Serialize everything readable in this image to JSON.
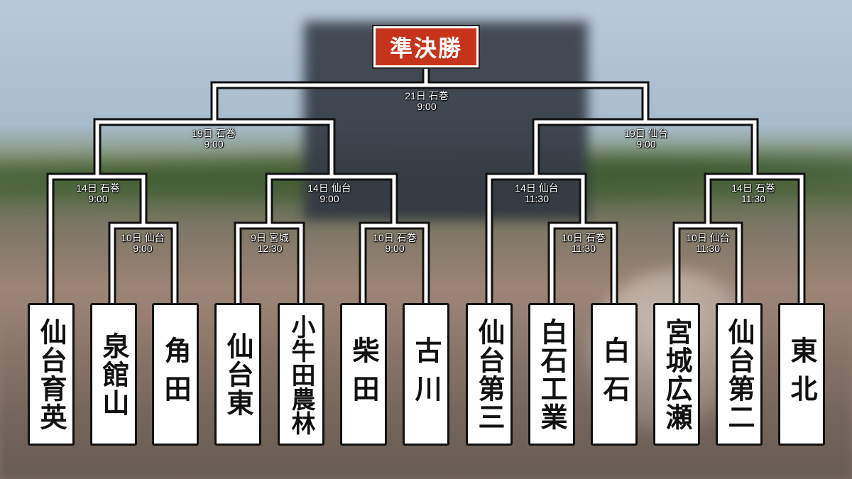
{
  "title": "準決勝",
  "colors": {
    "title_bg": "#c5331a",
    "line": "#ffffff",
    "line_edge": "#111111",
    "card_bg": "#ffffff"
  },
  "teams": [
    "仙台育英",
    "泉館山",
    "角田",
    "仙台東",
    "小牛田農林",
    "柴田",
    "古川",
    "仙台第三",
    "白石工業",
    "白石",
    "宮城広瀬",
    "仙台第二",
    "東北"
  ],
  "matches": {
    "r1_a": {
      "date": "10日 仙台",
      "time": "9:00"
    },
    "r1_b": {
      "date": "9日 宮城",
      "time": "12:30"
    },
    "r1_c": {
      "date": "10日 石巻",
      "time": "9:00"
    },
    "r1_d": {
      "date": "10日 石巻",
      "time": "11:30"
    },
    "r1_e": {
      "date": "10日 仙台",
      "time": "11:30"
    },
    "r2_a": {
      "date": "14日 石巻",
      "time": "9:00"
    },
    "r2_b": {
      "date": "14日 仙台",
      "time": "9:00"
    },
    "r2_c": {
      "date": "14日 仙台",
      "time": "11:30"
    },
    "r2_d": {
      "date": "14日 石巻",
      "time": "11:30"
    },
    "qf_left": {
      "date": "19日 石巻",
      "time": "9:00"
    },
    "qf_right": {
      "date": "19日 仙台",
      "time": "9:00"
    },
    "sf": {
      "date": "21日 石巻",
      "time": "9:00"
    }
  }
}
